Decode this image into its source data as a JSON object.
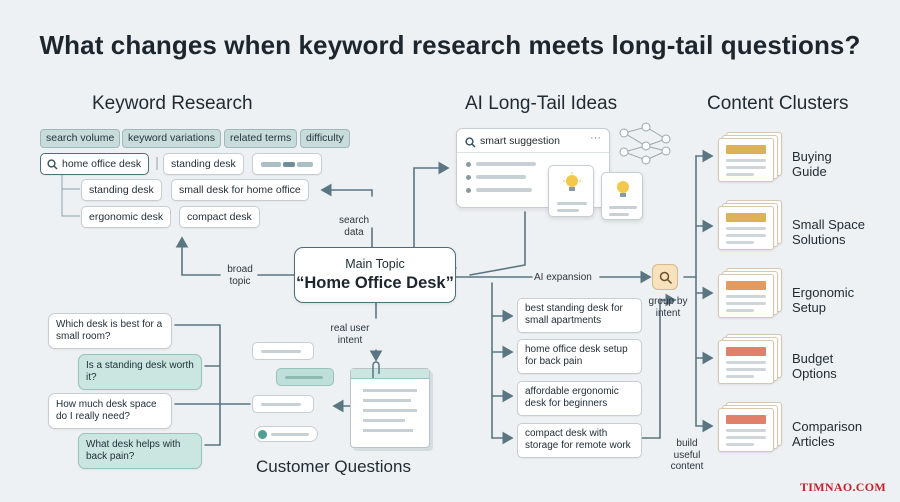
{
  "title": "What changes when keyword research meets long-tail questions?",
  "sections": {
    "keyword_research": "Keyword Research",
    "ai_longtail": "AI Long-Tail Ideas",
    "content_clusters": "Content Clusters",
    "customer_questions": "Customer Questions"
  },
  "keyword_research": {
    "tags": [
      "search volume",
      "keyword variations",
      "related terms",
      "difficulty"
    ],
    "search_query": "home office desk",
    "variant": "standing desk",
    "children_row1": [
      "standing desk",
      "small desk for home office"
    ],
    "children_row2": [
      "ergonomic desk",
      "compact desk"
    ]
  },
  "center": {
    "label": "Main Topic",
    "topic": "“Home Office Desk”"
  },
  "connector_labels": {
    "search_data": [
      "search",
      "data"
    ],
    "broad_topic": [
      "broad",
      "topic"
    ],
    "real_user_intent": [
      "real user",
      "intent"
    ],
    "ai_expansion": "AI expansion",
    "group_by_intent": [
      "group by",
      "intent"
    ],
    "build_useful_content": [
      "build",
      "useful",
      "content"
    ]
  },
  "ai": {
    "search_placeholder": "smart suggestion",
    "menu_dots": "···"
  },
  "long_tail_ideas": [
    "best standing desk for small apartments",
    "home office desk setup for back pain",
    "affordable ergonomic desk for beginners",
    "compact desk with storage for remote work"
  ],
  "customer_questions": [
    "Which desk is best for a small room?",
    "Is a standing desk worth it?",
    "How much desk space do I really need?",
    "What desk helps with back pain?"
  ],
  "clusters": [
    {
      "label": [
        "Buying",
        "Guide"
      ],
      "color": "#d9b25a"
    },
    {
      "label": [
        "Small Space",
        "Solutions"
      ],
      "color": "#d9b25a"
    },
    {
      "label": [
        "Ergonomic",
        "Setup"
      ],
      "color": "#e39a5f"
    },
    {
      "label": [
        "Budget",
        "Options"
      ],
      "color": "#e0806a"
    },
    {
      "label": [
        "Comparison",
        "Articles"
      ],
      "color": "#e0806a"
    }
  ],
  "brand": "TIMNAO.COM",
  "colors": {
    "arrow": "#5a7682",
    "teal": "#cbe6e1",
    "tag": "#c9dcdc"
  }
}
